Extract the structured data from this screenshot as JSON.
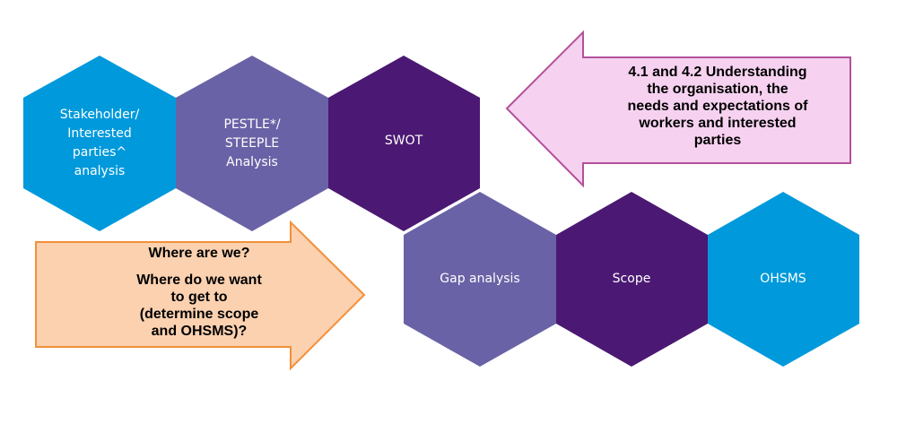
{
  "hexagons": [
    {
      "label": "Stakeholder/\nInterested\nparties^\nanalysis",
      "color": "#0099DB"
    },
    {
      "label": "PESTLE*/\nSTEEPLE\nAnalysis",
      "color": "#6A62A6"
    },
    {
      "label": "SWOT",
      "color": "#4B1973"
    },
    {
      "label": "Gap analysis",
      "color": "#6A62A6"
    },
    {
      "label": "Scope",
      "color": "#4B1973"
    },
    {
      "label": "OHSMS",
      "color": "#0099DB"
    }
  ],
  "clause_arrow": {
    "text": "4.1 and 4.2 Understanding\nthe organisation, the\nneeds and expectations of\nworkers and interested\nparties",
    "fill": "#F6D2F0",
    "stroke": "#B2519C"
  },
  "question_arrow": {
    "line1": "Where are we?",
    "line2": "Where do we want\nto get to\n(determine scope\nand OHSMS)?",
    "fill": "#FBD1B0",
    "stroke": "#F2903A"
  }
}
